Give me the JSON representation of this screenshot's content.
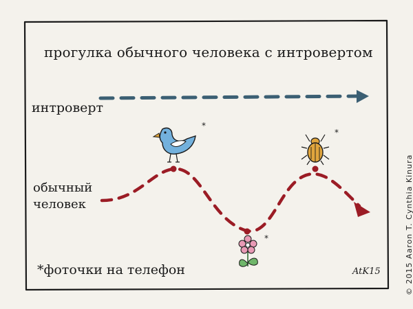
{
  "title": "прогулка обычного человека  с интровертом",
  "labels": {
    "introvert": "интроверт",
    "ordinary_line1": "обычный",
    "ordinary_line2": "человек"
  },
  "footnote": "*фоточки на телефон",
  "signature": "AtK15",
  "copyright": "© 2015 Aaron T. Cynthia Kinura",
  "colors": {
    "frame": "#1a1a1a",
    "introvert_path": "#3b5f73",
    "ordinary_path": "#9b1c25",
    "bird": "#73b1dd",
    "beetle": "#e0a53d",
    "flower": "#e89ab5",
    "leaf": "#6fb66a"
  },
  "icons": [
    "bird-icon",
    "beetle-icon",
    "flower-icon",
    "asterisk-icon"
  ]
}
